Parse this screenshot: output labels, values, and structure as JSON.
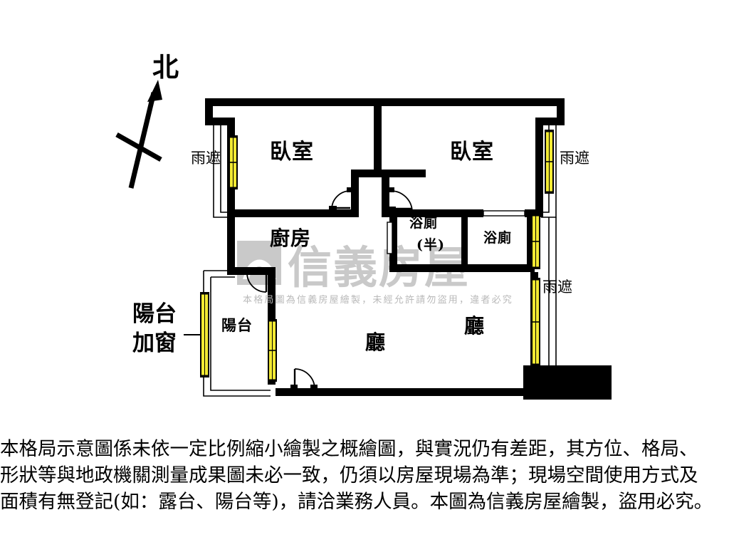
{
  "plan": {
    "compass": {
      "label": "北"
    },
    "rooms": [
      {
        "id": "bedroom-left",
        "label": "臥室"
      },
      {
        "id": "bedroom-right",
        "label": "臥室"
      },
      {
        "id": "kitchen",
        "label": "廚房"
      },
      {
        "id": "bathroom-half-line1",
        "label": "浴廁"
      },
      {
        "id": "bathroom-half-line2",
        "label": "(半)"
      },
      {
        "id": "bathroom",
        "label": "浴廁"
      },
      {
        "id": "hall-left",
        "label": "廳"
      },
      {
        "id": "hall-right",
        "label": "廳"
      },
      {
        "id": "balcony",
        "label": "陽台"
      }
    ],
    "annotations": [
      {
        "id": "rain-shade-left",
        "label": "雨遮"
      },
      {
        "id": "rain-shade-right",
        "label": "雨遮"
      },
      {
        "id": "rain-shade-bottom",
        "label": "雨遮"
      },
      {
        "id": "balcony-window-line1",
        "label": "陽台"
      },
      {
        "id": "balcony-window-line2",
        "label": "加窗"
      }
    ],
    "colors": {
      "wall": "#000000",
      "window_fill": "#f2ea33",
      "window_stroke": "#000000",
      "background": "#ffffff",
      "watermark": "#c8c8c8",
      "watermark_note": "#b9b9b9"
    }
  },
  "watermark": {
    "brand": "信義房屋",
    "note": "本格局圖為信義房屋繪製，未經允許請勿盜用，違者必究"
  },
  "disclaimer": {
    "line1": "本格局示意圖係未依一定比例縮小繪製之概繪圖，與實況仍有差距，其方位、格局、",
    "line2": "形狀等與地政機關測量成果圖未必一致，仍須以房屋現場為準；現場空間使用方式及",
    "line3": "面積有無登記(如：露台、陽台等)，請洽業務人員。本圖為信義房屋繪製，盜用必究。"
  }
}
